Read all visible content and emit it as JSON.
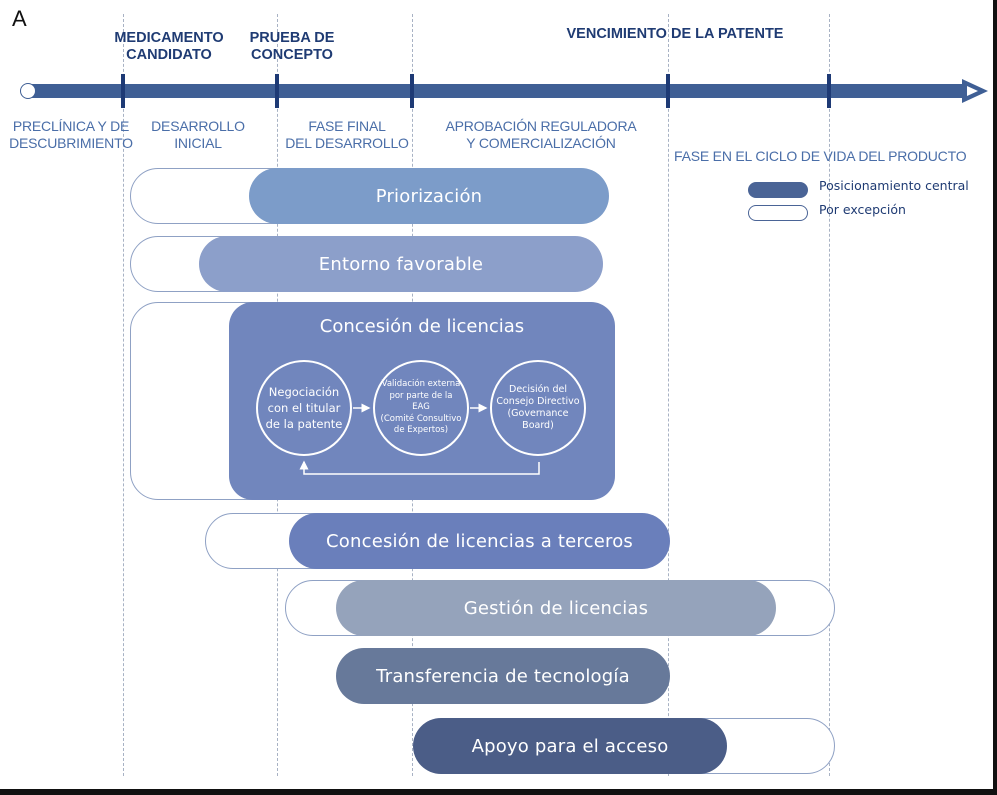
{
  "panel_label": "A",
  "milestones": {
    "candidate": "MEDICAMENTO\nCANDIDATO",
    "proof": "PRUEBA DE\nCONCEPTO",
    "patent": "VENCIMIENTO DE LA PATENTE"
  },
  "phases": {
    "preclinical": "PRECLÍNICA Y DE\nDESCUBRIMIENTO",
    "early_dev": "DESARROLLO\nINICIAL",
    "late_dev": "FASE FINAL\nDEL DESARROLLO",
    "regulatory": "APROBACIÓN REGULADORA\nY COMERCIALIZACIÓN",
    "lifecycle": "FASE EN EL CICLO DE VIDA DEL PRODUCTO"
  },
  "legend": {
    "central": "Posicionamiento central",
    "exception": "Por excepción",
    "central_color": "#4a6496",
    "exception_color": "#ffffff"
  },
  "activities": {
    "prioritization": "Priorización",
    "enabling": "Entorno favorable",
    "licensing": "Concesión de licencias",
    "third_party": "Concesión de licencias a terceros",
    "management": "Gestión de licencias",
    "transfer": "Transferencia de tecnología",
    "access": "Apoyo para el acceso"
  },
  "process": {
    "step1": "Negociación\ncon el titular\nde la patente",
    "step2": "Validación externa\npor parte de la\nEAG\n(Comité Consultivo\nde Expertos)",
    "step3": "Decisión del\nConsejo Directivo\n(Governance\nBoard)"
  },
  "colors": {
    "axis": "#3f5f95",
    "prioritization": "#7c9cc9",
    "enabling": "#8c9fca",
    "licensing": "#7186bd",
    "third_party": "#6a7fbb",
    "management": "#95a3bb",
    "transfer": "#67799a",
    "access": "#4b5d87"
  }
}
